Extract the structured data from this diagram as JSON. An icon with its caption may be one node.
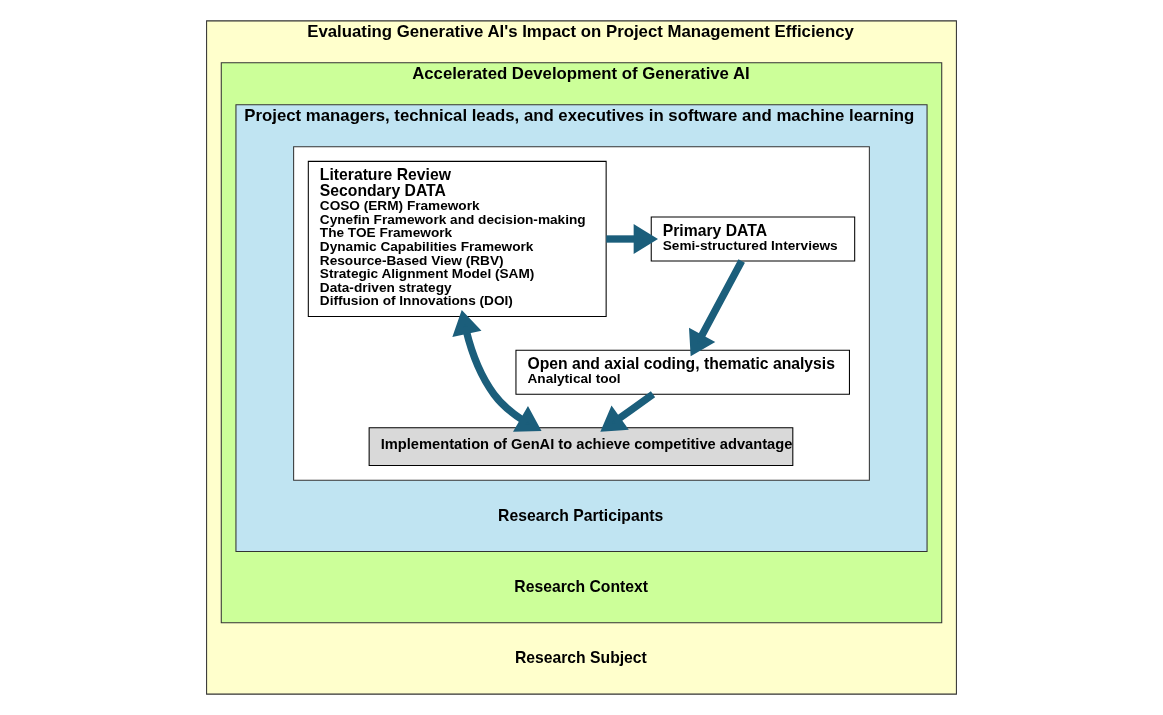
{
  "diagram": {
    "nodes": [
      {
        "text": [
          "Evaluating Generative AI's Impact on Project Management Efficiency",
          "Research Subject"
        ]
      },
      {
        "text": [
          "Accelerated Development of Generative AI",
          "Research Context"
        ],
        "in": 0
      },
      {
        "text": [
          "Project managers, technical leads, and executives in software and machine learning",
          "Research Participants"
        ],
        "in": 1
      },
      {
        "text": [],
        "shape": "box",
        "in": 2
      },
      {
        "text": [
          "Literature Review",
          "Secondary DATA",
          "COSO (ERM) Framework",
          "Cynefin Framework and decision-making",
          "The TOE Framework",
          "Dynamic Capabilities Framework",
          "Resource-Based View (RBV)",
          "Strategic Alignment Model (SAM)",
          "Data-driven strategy",
          "Diffusion of Innovations (DOI)"
        ],
        "in": 3
      },
      {
        "text": [
          "Primary DATA",
          "Semi-structured Interviews"
        ],
        "in": 3
      },
      {
        "text": [
          "Open and axial coding, thematic analysis",
          "Analytical tool"
        ],
        "in": 3
      },
      {
        "text": [
          "Implementation of GenAI to achieve competitive advantage"
        ],
        "in": 3
      }
    ],
    "edges": [
      {
        "from": 4,
        "to": 5,
        "arrow": "to"
      },
      {
        "from": 5,
        "to": 6,
        "arrow": "to"
      },
      {
        "from": 6,
        "to": 7,
        "arrow": "to"
      },
      {
        "from": 4,
        "to": 7,
        "arrow": "both"
      }
    ]
  }
}
